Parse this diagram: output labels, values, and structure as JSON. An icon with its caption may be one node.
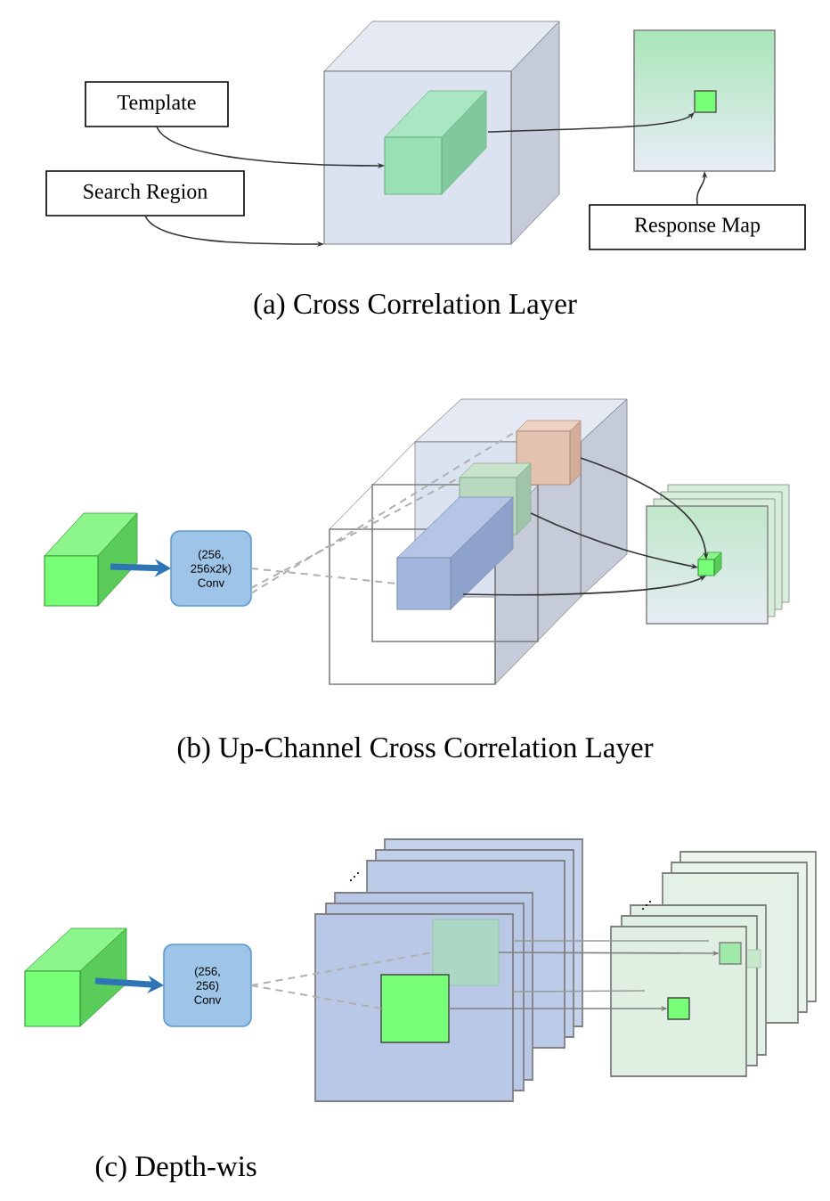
{
  "diagram": {
    "nodes": [
      {
        "text": [
          "Template"
        ]
      },
      {
        "text": [
          "Search Region"
        ]
      },
      {
        "text": [],
        "shape": "cube"
      },
      {
        "text": [],
        "shape": "cube",
        "in": 2
      },
      {
        "text": [],
        "shape": "square"
      },
      {
        "text": [],
        "shape": "square",
        "in": 4
      },
      {
        "text": [
          "Response Map"
        ]
      },
      {
        "text": [],
        "shape": "cube"
      },
      {
        "text": [
          "(256, 256x2k) Conv"
        ]
      },
      {
        "text": [],
        "shape": "cube"
      },
      {
        "text": [],
        "shape": "cube",
        "in": 9
      },
      {
        "text": [],
        "shape": "cube",
        "in": 9
      },
      {
        "text": [],
        "shape": "cube",
        "in": 9
      },
      {
        "text": [],
        "shape": "stack"
      },
      {
        "text": [],
        "shape": "cube",
        "in": 13
      },
      {
        "text": [],
        "shape": "cube"
      },
      {
        "text": [
          "(256, 256) Conv"
        ]
      },
      {
        "text": [],
        "shape": "stack"
      },
      {
        "text": [],
        "shape": "square",
        "in": 17
      },
      {
        "text": [],
        "shape": "square",
        "in": 17
      },
      {
        "text": [],
        "shape": "stack"
      },
      {
        "text": [],
        "shape": "square",
        "in": 20
      },
      {
        "text": [],
        "shape": "square",
        "in": 20
      }
    ],
    "edges": [
      {
        "from": 0,
        "to": 3,
        "arrow": "to"
      },
      {
        "from": 1,
        "to": 2,
        "arrow": "to"
      },
      {
        "from": 3,
        "to": 5,
        "arrow": "to"
      },
      {
        "from": 6,
        "to": 4,
        "arrow": "to"
      },
      {
        "from": 7,
        "to": 8,
        "arrow": "to",
        "style": "thick",
        "color": "#2e75b6"
      },
      {
        "from": 8,
        "to": 10,
        "arrow": "none",
        "style": "dashed",
        "color": "#b0b0b0"
      },
      {
        "from": 8,
        "to": 11,
        "arrow": "none",
        "style": "dashed",
        "color": "#b0b0b0"
      },
      {
        "from": 8,
        "to": 12,
        "arrow": "none",
        "style": "dashed",
        "color": "#b0b0b0"
      },
      {
        "from": 10,
        "to": 14,
        "arrow": "to"
      },
      {
        "from": 11,
        "to": 14,
        "arrow": "to"
      },
      {
        "from": 12,
        "to": 14,
        "arrow": "to"
      },
      {
        "from": 15,
        "to": 16,
        "arrow": "to",
        "style": "thick",
        "color": "#2e75b6"
      },
      {
        "from": 16,
        "to": 18,
        "arrow": "none",
        "style": "dashed",
        "color": "#b0b0b0"
      },
      {
        "from": 16,
        "to": 19,
        "arrow": "none",
        "style": "dashed",
        "color": "#b0b0b0"
      },
      {
        "from": 18,
        "to": 21,
        "arrow": "to",
        "color": "#808080"
      },
      {
        "from": 19,
        "to": 22,
        "arrow": "to",
        "color": "#808080"
      },
      {
        "from": 17,
        "to": 21,
        "arrow": "none",
        "color": "#9a9a9a"
      },
      {
        "from": 17,
        "to": 22,
        "arrow": "none",
        "color": "#9a9a9a"
      }
    ],
    "labels": [
      "(a) Cross Correlation Layer",
      "(b) Up-Channel Cross Correlation Layer",
      "(c) Depth-wis"
    ]
  }
}
